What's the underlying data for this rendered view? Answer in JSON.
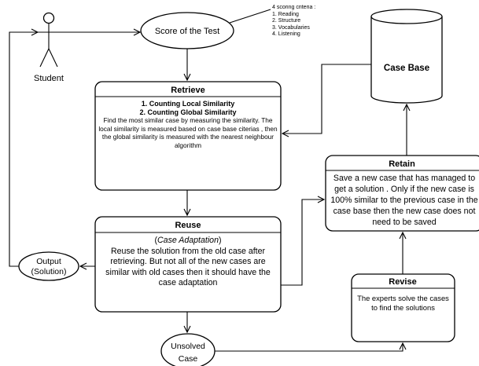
{
  "actor": {
    "label": "Student"
  },
  "score": {
    "label": "Score of the Test",
    "criteria_title": "4 scoring criteria :",
    "criteria": [
      "1. Reading",
      "2. Structure",
      "3. Vocabularies",
      "4. Listening"
    ]
  },
  "case_base": {
    "label": "Case Base"
  },
  "retrieve": {
    "title": "Retrieve",
    "line1": "1. Counting Local Similarity",
    "line2": "2. Counting Global Similarity",
    "body": "Find the most similar case by measuring the similarity. The local similarity is measured based on case base citerias , then the global similarity is measured with the nearest neighbour algorithm"
  },
  "reuse": {
    "title": "Reuse",
    "subtitle_open": "(",
    "subtitle_italic": "Case Adaptation",
    "subtitle_close": ")",
    "body": "Reuse the solution from the old case after retrieving. But not all of the new cases are similar with old cases then it should have the case adaptation"
  },
  "retain": {
    "title": "Retain",
    "body": "Save a new case that has managed to get a solution . Only if the new case is 100% similar to the previous case in the case base then the new case does not need to be saved"
  },
  "revise": {
    "title": "Revise",
    "body": "The experts solve the cases to find the solutions"
  },
  "output": {
    "line1": "Output",
    "line2": "(Solution)"
  },
  "unsolved": {
    "line1": "Unsolved",
    "line2": "Case"
  }
}
